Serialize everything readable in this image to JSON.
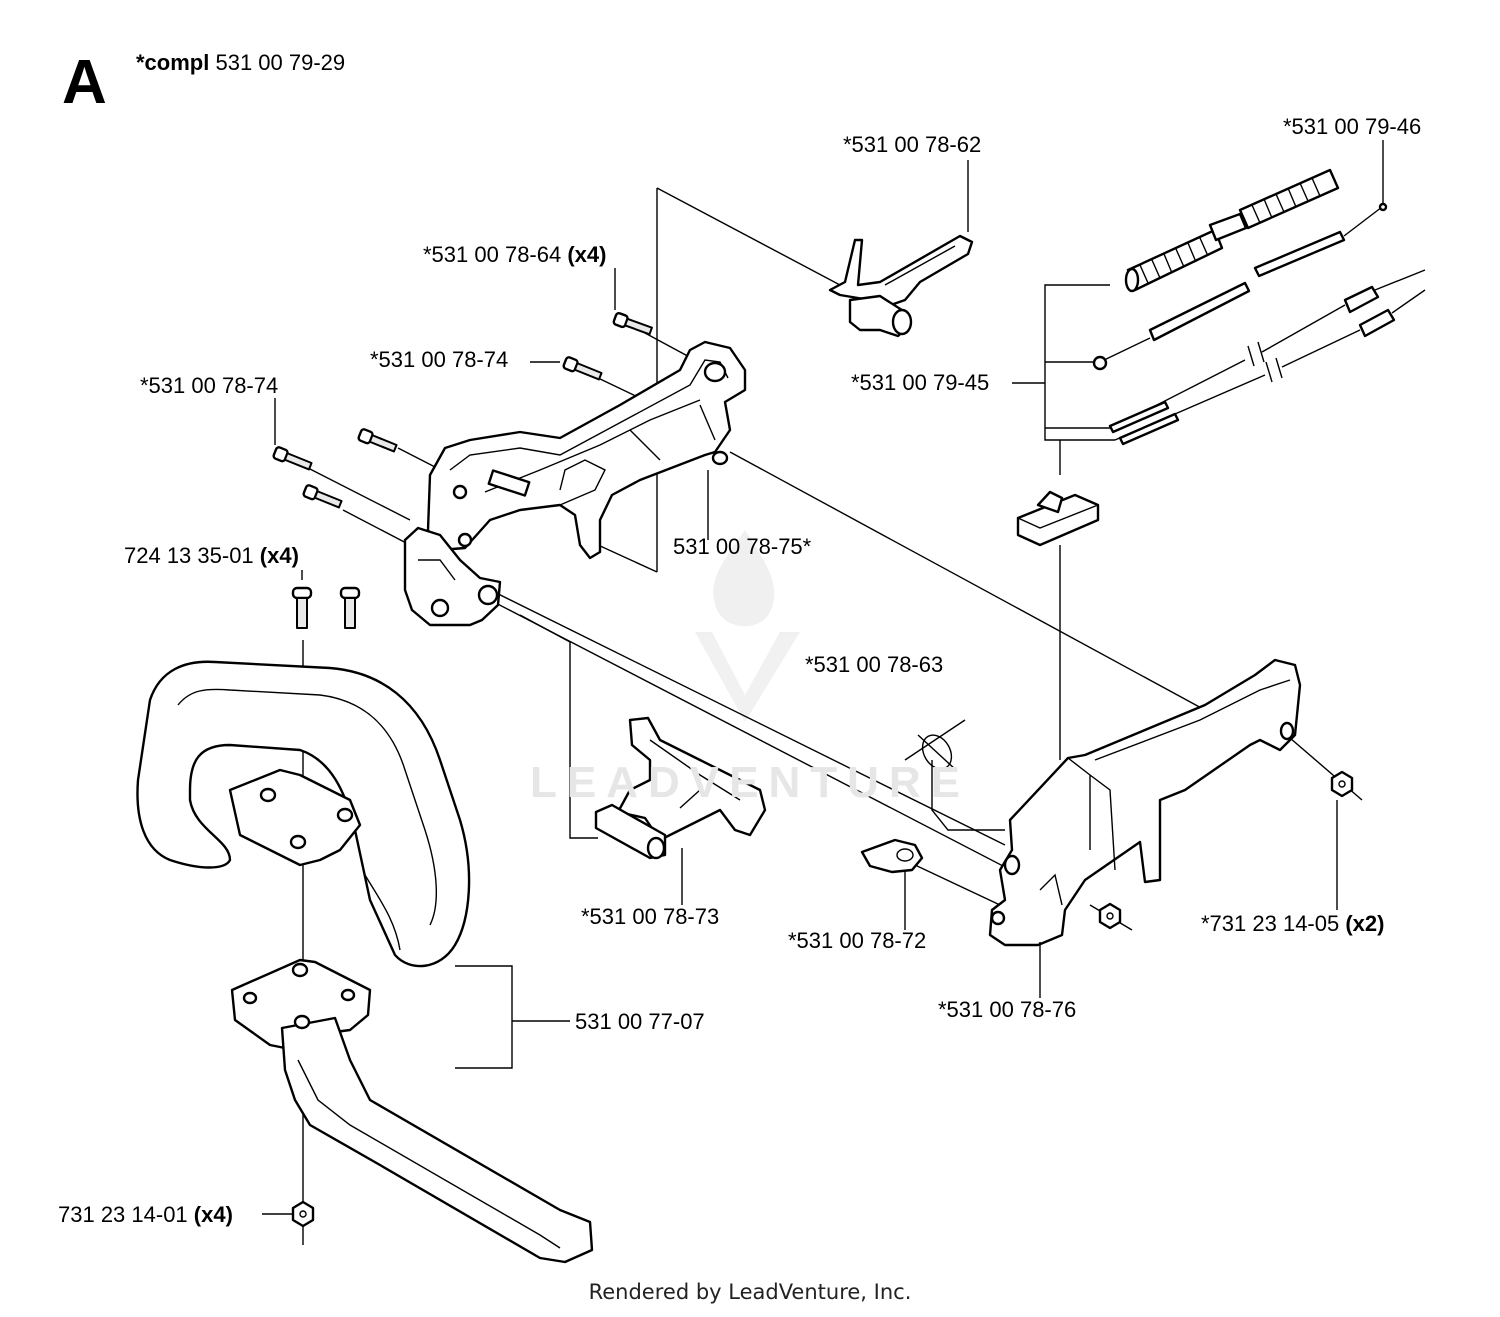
{
  "header": {
    "section_letter": "A",
    "compl_prefix": "*compl",
    "compl_number": "531 00 79-29"
  },
  "callouts": [
    {
      "number": "*531 00 78-62",
      "qty": ""
    },
    {
      "number": "*531 00 79-46",
      "qty": ""
    },
    {
      "number": "*531 00 78-64",
      "qty": "(x4)"
    },
    {
      "number": "*531 00 78-74",
      "qty": ""
    },
    {
      "number": "*531 00 78-74",
      "qty": ""
    },
    {
      "number": "*531 00 79-45",
      "qty": ""
    },
    {
      "number": "531 00 78-75*",
      "qty": ""
    },
    {
      "number": "724 13 35-01",
      "qty": "(x4)"
    },
    {
      "number": "*531 00 78-63",
      "qty": ""
    },
    {
      "number": "*531 00 78-73",
      "qty": ""
    },
    {
      "number": "*531 00 78-72",
      "qty": ""
    },
    {
      "number": "*731 23 14-05",
      "qty": "(x2)"
    },
    {
      "number": "*531 00 78-76",
      "qty": ""
    },
    {
      "number": "531 00 77-07",
      "qty": ""
    },
    {
      "number": "731 23 14-01",
      "qty": "(x4)"
    }
  ],
  "watermark": "LEADVENTURE",
  "footer": "Rendered by LeadVenture, Inc."
}
